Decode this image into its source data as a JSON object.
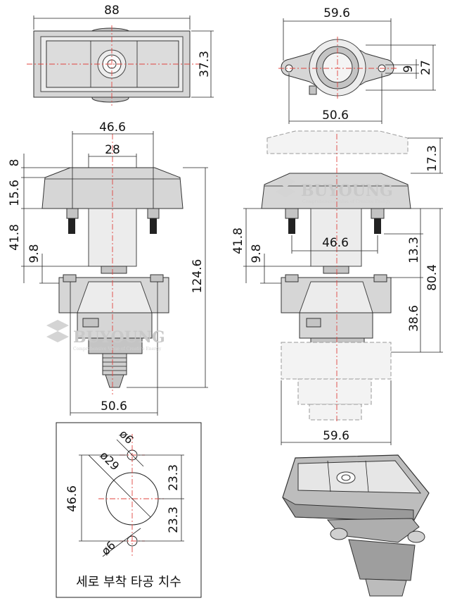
{
  "top_view_left": {
    "width": "88",
    "height": "37.3"
  },
  "top_view_right": {
    "width": "59.6",
    "hole_pitch": "50.6",
    "slot": "9",
    "overall": "27"
  },
  "front_view_left": {
    "top_width": "46.6",
    "inner_width": "28",
    "dims_left": [
      "8",
      "15.6",
      "41.8",
      "9.8"
    ],
    "overall_height": "124.6",
    "bottom_width": "50.6"
  },
  "front_view_right": {
    "travel": "17.3",
    "bolt_pitch": "46.6",
    "dims_left": [
      "41.8",
      "9.8"
    ],
    "dims_right": [
      "13.3",
      "80.4",
      "38.6"
    ],
    "bottom_width": "59.6"
  },
  "cutout": {
    "pitch": "46.6",
    "hole_top": "ø6",
    "hole_center": "ø29",
    "half_upper": "23.3",
    "half_lower": "23.3",
    "hole_bottom": "ø6",
    "caption": "세로 부착 타공 치수"
  },
  "watermark": {
    "brand": "BUYOUNG",
    "tagline": "Comprehensive Value of Creative Energy"
  }
}
